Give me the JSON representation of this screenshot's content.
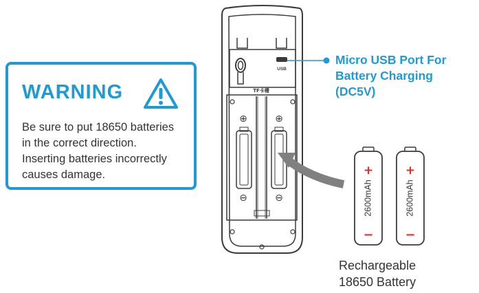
{
  "warning": {
    "title": "WARNING",
    "lines": [
      "Be sure to put 18650 batteries",
      "in the correct direction.",
      "Inserting batteries incorrectly",
      "causes damage."
    ]
  },
  "usb_port": {
    "port_text": "USB",
    "callout_lines": [
      "Micro USB Port For",
      "Battery Charging",
      "(DC5V)"
    ]
  },
  "device": {
    "slot_label": "TF卡槽",
    "plus_symbol": "⊕",
    "minus_symbol": "⊖"
  },
  "batteries": {
    "capacity": "2600mAh",
    "plus": "+",
    "minus": "−",
    "caption_lines": [
      "Rechargeable",
      "18650 Battery"
    ]
  },
  "colors": {
    "accent": "#1e9ad6",
    "battery_red": "#e8272a",
    "outline": "#3a3a3a",
    "arrow": "#808080"
  }
}
